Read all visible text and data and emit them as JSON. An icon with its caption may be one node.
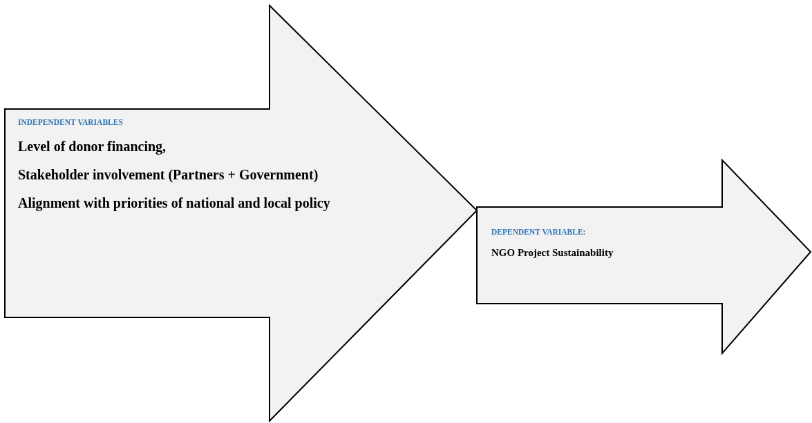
{
  "diagram": {
    "nodes": [
      {
        "text": [
          "INDEPENDENT VARIABLES",
          "Level of donor financing,",
          "Stakeholder involvement (Partners + Government)",
          "Alignment with priorities of national and local policy"
        ]
      },
      {
        "text": [
          "DEPENDENT VARIABLE:",
          "NGO Project Sustainability"
        ]
      }
    ]
  }
}
